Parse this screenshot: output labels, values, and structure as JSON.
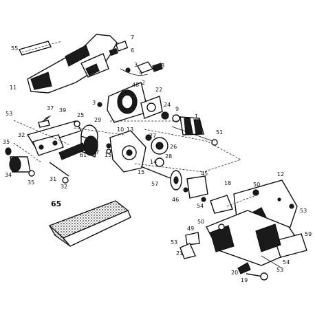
{
  "callouts": [
    {
      "key": "c55",
      "text": "55"
    },
    {
      "key": "c7",
      "text": "7"
    },
    {
      "key": "c6",
      "text": "6"
    },
    {
      "key": "c8",
      "text": "8"
    },
    {
      "key": "c3a",
      "text": "3"
    },
    {
      "key": "c5",
      "text": "5"
    },
    {
      "key": "c2",
      "text": "2"
    },
    {
      "key": "c48",
      "text": "48"
    },
    {
      "key": "c11",
      "text": "11"
    },
    {
      "key": "c3b",
      "text": "3"
    },
    {
      "key": "c22",
      "text": "22"
    },
    {
      "key": "c24",
      "text": "24"
    },
    {
      "key": "c9",
      "text": "9"
    },
    {
      "key": "c1",
      "text": "1"
    },
    {
      "key": "c53a",
      "text": "53"
    },
    {
      "key": "c37",
      "text": "37"
    },
    {
      "key": "c39",
      "text": "39"
    },
    {
      "key": "c25",
      "text": "25"
    },
    {
      "key": "c29",
      "text": "29"
    },
    {
      "key": "c10",
      "text": "10"
    },
    {
      "key": "c13",
      "text": "13"
    },
    {
      "key": "c51",
      "text": "51"
    },
    {
      "key": "c32a",
      "text": "32"
    },
    {
      "key": "c27",
      "text": "27"
    },
    {
      "key": "c26",
      "text": "26"
    },
    {
      "key": "c35a",
      "text": "35"
    },
    {
      "key": "c61",
      "text": "61"
    },
    {
      "key": "c47",
      "text": "47"
    },
    {
      "key": "c15",
      "text": "15"
    },
    {
      "key": "c14",
      "text": "14"
    },
    {
      "key": "c28",
      "text": "28"
    },
    {
      "key": "c34",
      "text": "34"
    },
    {
      "key": "c35b",
      "text": "35"
    },
    {
      "key": "c31",
      "text": "31"
    },
    {
      "key": "c32b",
      "text": "32"
    },
    {
      "key": "c15b",
      "text": "15"
    },
    {
      "key": "c45",
      "text": "45"
    },
    {
      "key": "c57",
      "text": "57"
    },
    {
      "key": "c18",
      "text": "18"
    },
    {
      "key": "c12",
      "text": "12"
    },
    {
      "key": "c50a",
      "text": "50"
    },
    {
      "key": "c53b",
      "text": "53"
    },
    {
      "key": "c46",
      "text": "46"
    },
    {
      "key": "c54a",
      "text": "54"
    },
    {
      "key": "c65",
      "text": "65"
    },
    {
      "key": "c50b",
      "text": "50"
    },
    {
      "key": "c49",
      "text": "49"
    },
    {
      "key": "c59",
      "text": "59"
    },
    {
      "key": "c53c",
      "text": "53"
    },
    {
      "key": "c21",
      "text": "21"
    },
    {
      "key": "c54b",
      "text": "54"
    },
    {
      "key": "c53d",
      "text": "53"
    },
    {
      "key": "c20",
      "text": "20"
    },
    {
      "key": "c19",
      "text": "19"
    }
  ]
}
